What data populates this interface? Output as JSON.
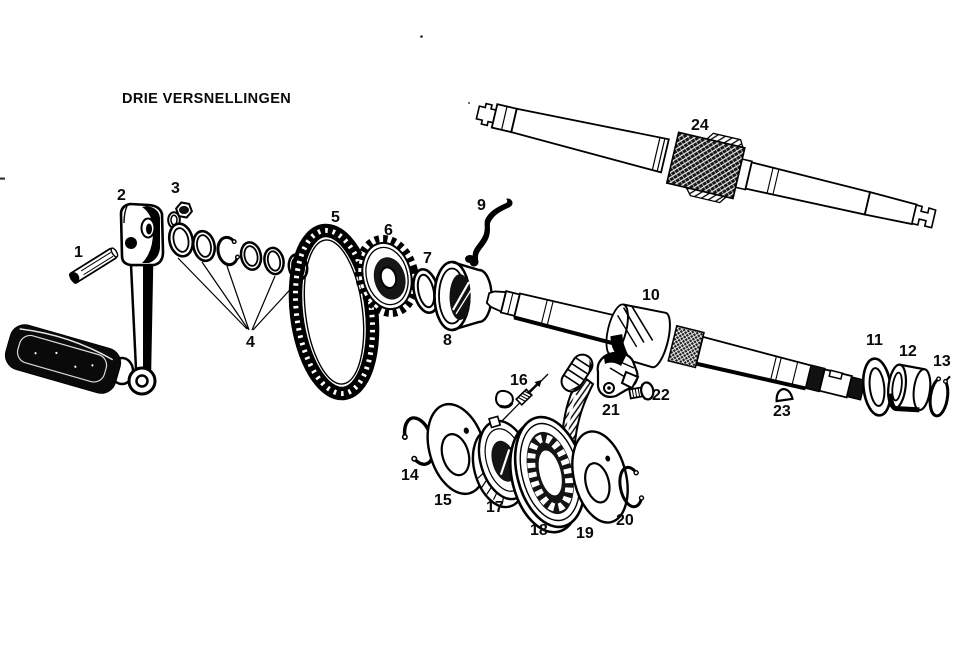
{
  "title": "DRIE VERSNELLINGEN",
  "colors": {
    "ink": "#000000",
    "background": "#ffffff"
  },
  "parts": [
    {
      "num": "1"
    },
    {
      "num": "2"
    },
    {
      "num": "3"
    },
    {
      "num": "4"
    },
    {
      "num": "5"
    },
    {
      "num": "6"
    },
    {
      "num": "7"
    },
    {
      "num": "8"
    },
    {
      "num": "9"
    },
    {
      "num": "10"
    },
    {
      "num": "11"
    },
    {
      "num": "12"
    },
    {
      "num": "13"
    },
    {
      "num": "14"
    },
    {
      "num": "15"
    },
    {
      "num": "16"
    },
    {
      "num": "17"
    },
    {
      "num": "18"
    },
    {
      "num": "19"
    },
    {
      "num": "20"
    },
    {
      "num": "21"
    },
    {
      "num": "22"
    },
    {
      "num": "23"
    },
    {
      "num": "24"
    }
  ]
}
